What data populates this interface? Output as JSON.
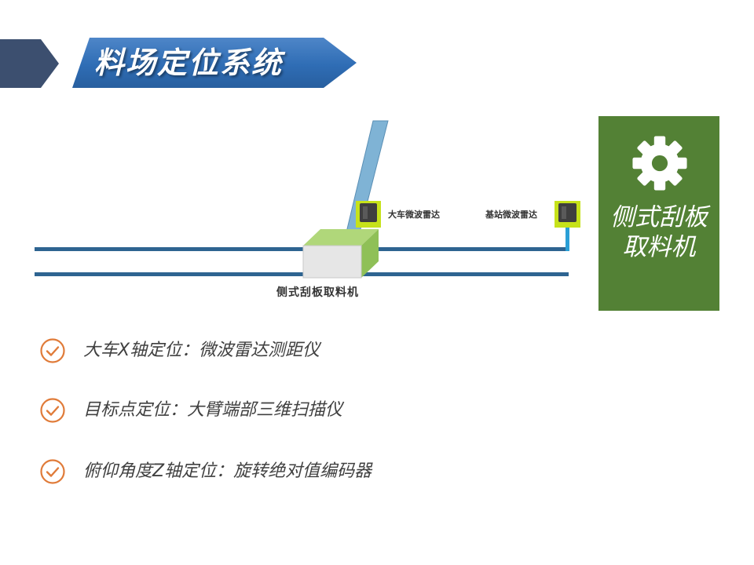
{
  "header": {
    "title": "料场定位系统",
    "accent_dark": "#3c4f6f",
    "accent_blue": "#2f6db5"
  },
  "diagram": {
    "machine_label": "侧式刮板取料机",
    "radar_car_label": "大车微波雷达",
    "radar_base_label": "基站微波雷达",
    "rail_color": "#2e6491"
  },
  "side_box": {
    "icon": "gear-icon",
    "line1": "侧式刮板",
    "line2": "取料机",
    "color": "#538135"
  },
  "bullets": [
    {
      "icon": "check-circle-icon",
      "text": "大车X轴定位：微波雷达测距仪"
    },
    {
      "icon": "check-circle-icon",
      "text": "目标点定位：大臂端部三维扫描仪"
    },
    {
      "icon": "check-circle-icon",
      "text": "俯仰角度Z轴定位：旋转绝对值编码器"
    }
  ],
  "bullet_color": "#e07b39"
}
